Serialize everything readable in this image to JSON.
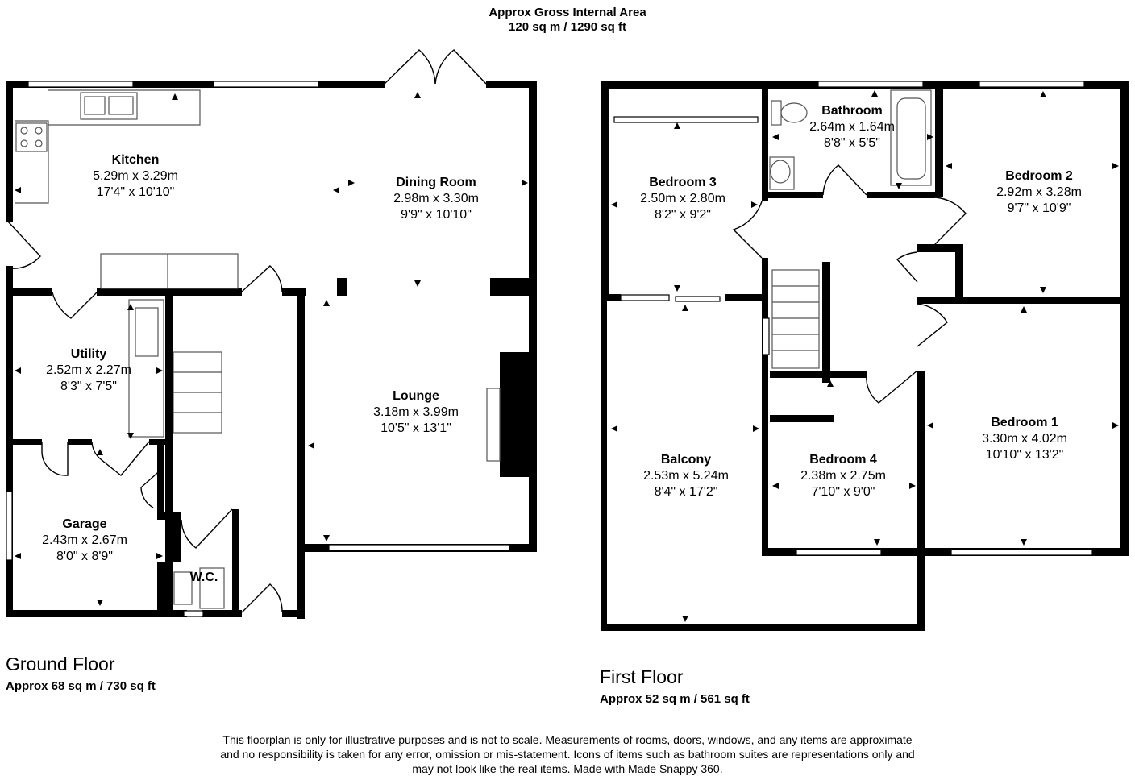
{
  "header": {
    "line1": "Approx Gross Internal Area",
    "line2": "120 sq m / 1290 sq ft"
  },
  "ground_floor": {
    "name": "Ground Floor",
    "area": "Approx 68 sq m / 730 sq ft",
    "rooms": [
      {
        "name": "Kitchen",
        "metric": "5.29m x 3.29m",
        "imperial": "17'4\" x 10'10\""
      },
      {
        "name": "Dining Room",
        "metric": "2.98m x 3.30m",
        "imperial": "9'9\" x 10'10\""
      },
      {
        "name": "Utility",
        "metric": "2.52m x 2.27m",
        "imperial": "8'3\" x 7'5\""
      },
      {
        "name": "Lounge",
        "metric": "3.18m x 3.99m",
        "imperial": "10'5\" x 13'1\""
      },
      {
        "name": "Garage",
        "metric": "2.43m x 2.67m",
        "imperial": "8'0\" x 8'9\""
      },
      {
        "name": "W.C.",
        "metric": "",
        "imperial": ""
      }
    ]
  },
  "first_floor": {
    "name": "First Floor",
    "area": "Approx 52 sq m / 561 sq ft",
    "rooms": [
      {
        "name": "Bathroom",
        "metric": "2.64m x 1.64m",
        "imperial": "8'8\" x 5'5\""
      },
      {
        "name": "Bedroom 3",
        "metric": "2.50m x 2.80m",
        "imperial": "8'2\" x 9'2\""
      },
      {
        "name": "Bedroom 2",
        "metric": "2.92m x 3.28m",
        "imperial": "9'7\" x 10'9\""
      },
      {
        "name": "Bedroom 1",
        "metric": "3.30m x 4.02m",
        "imperial": "10'10\" x 13'2\""
      },
      {
        "name": "Balcony",
        "metric": "2.53m x 5.24m",
        "imperial": "8'4\" x 17'2\""
      },
      {
        "name": "Bedroom 4",
        "metric": "2.38m x 2.75m",
        "imperial": "7'10\" x 9'0\""
      }
    ]
  },
  "disclaimer": {
    "line1": "This floorplan is only for illustrative purposes and is not to scale. Measurements of rooms, doors, windows, and any items are approximate",
    "line2": "and no responsibility is taken for any error, omission or mis-statement. Icons of items such as bathroom suites are representations only and",
    "line3": "may not look like the real items. Made with Made Snappy 360."
  }
}
